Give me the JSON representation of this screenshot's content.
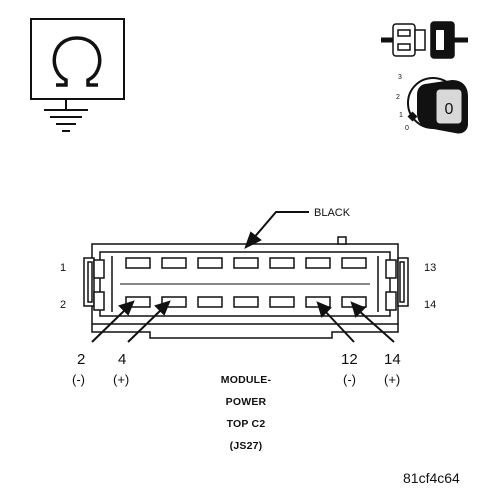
{
  "wire_color_label": "BLACK",
  "pin_labels": {
    "top_left": "1",
    "bottom_left": "2",
    "top_right": "13",
    "bottom_right": "14"
  },
  "callouts": [
    {
      "pin": "2",
      "polarity": "(-)"
    },
    {
      "pin": "4",
      "polarity": "(+)"
    },
    {
      "pin": "12",
      "polarity": "(-)"
    },
    {
      "pin": "14",
      "polarity": "(+)"
    }
  ],
  "connector_caption": [
    "MODULE-",
    "POWER",
    "TOP C2",
    "(JS27)"
  ],
  "ignition": {
    "positions": [
      "3",
      "2",
      "1",
      "0"
    ],
    "selected": "0"
  },
  "figure_code": "81cf4c64",
  "icons": [
    "ohmmeter-ground-icon",
    "disconnected-connector-icon",
    "ignition-key-icon"
  ],
  "colors": {
    "ink": "#111111",
    "background": "#ffffff"
  }
}
